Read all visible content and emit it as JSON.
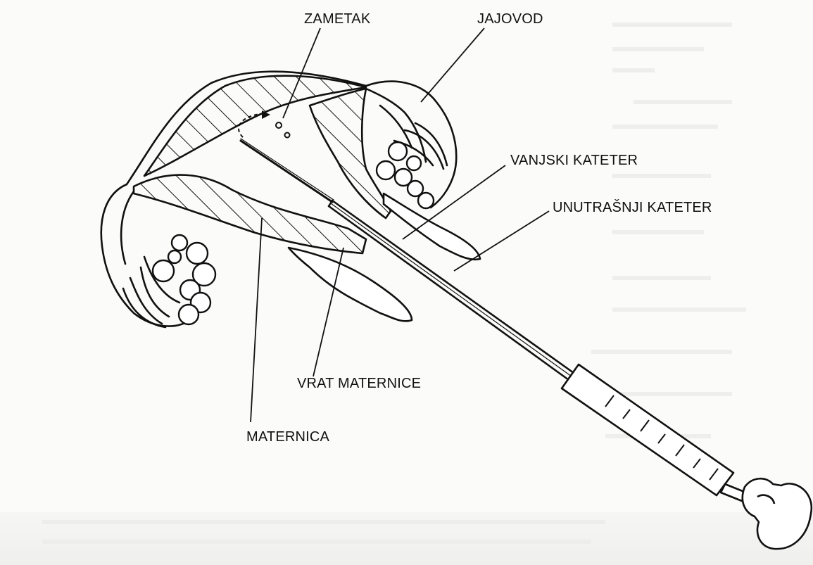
{
  "labels": {
    "zametak": "ZAMETAK",
    "jajovod": "JAJOVOD",
    "vanjski_kateter": "VANJSKI KATETER",
    "unutarnji_kateter": "UNUTRAŠNJI KATETER",
    "vrat_maternice": "VRAT MATERNICE",
    "maternica": "MATERNICA"
  },
  "colors": {
    "ink": "#111111",
    "paper": "#fbfbf9",
    "bleed_through": "#e6e6e6"
  }
}
